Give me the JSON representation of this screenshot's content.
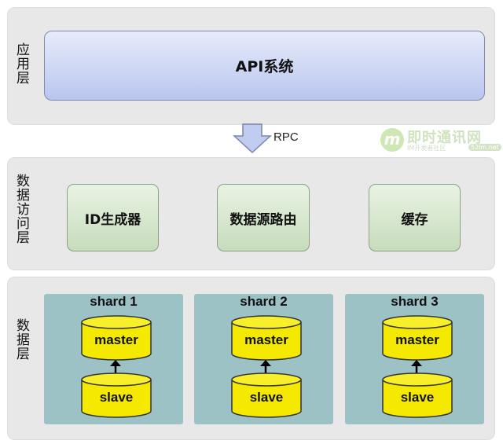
{
  "layers": {
    "application": {
      "label": "应用层",
      "api_box": "API系统"
    },
    "connector": {
      "rpc_label": "RPC"
    },
    "data_access": {
      "label": "数据访问层",
      "boxes": [
        "ID生成器",
        "数据源路由",
        "缓存"
      ]
    },
    "data": {
      "label": "数据层",
      "shards": [
        {
          "title": "shard 1",
          "master": "master",
          "slave": "slave"
        },
        {
          "title": "shard 2",
          "master": "master",
          "slave": "slave"
        },
        {
          "title": "shard 3",
          "master": "master",
          "slave": "slave"
        }
      ]
    }
  },
  "watermark": {
    "logo_letter": "m",
    "title": "即时通讯网",
    "subtitle": "IM开发者社区",
    "url": "52im.net"
  },
  "colors": {
    "layer_background": "#e8e8e8",
    "api_box": "#b9c6ee",
    "dal_box": "#c7dcbc",
    "shard_background": "#9cc2c5",
    "cylinder_fill": "#f5e900",
    "rpc_arrow": "#bfccf0"
  }
}
